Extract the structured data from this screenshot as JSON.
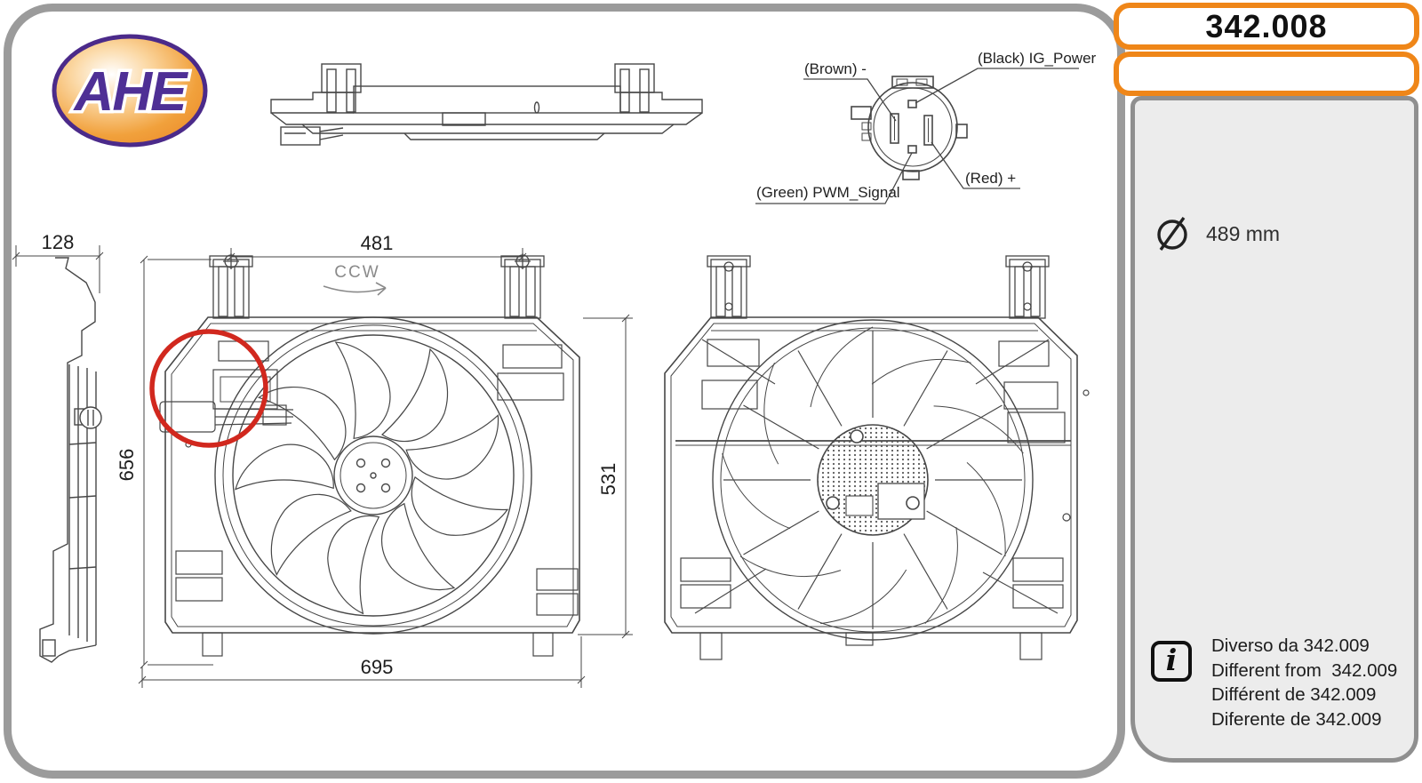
{
  "branding": {
    "logo_text": "AHE"
  },
  "part": {
    "number": "342.008",
    "subtitle": ""
  },
  "specs": {
    "diameter_symbol": "Ø",
    "fan_diameter": "489 mm"
  },
  "info_box": {
    "lines": [
      "Diverso da 342.009",
      "Different from  342.009",
      "Différent de 342.009",
      "Diferente de 342.009"
    ]
  },
  "connector": {
    "labels": {
      "brown": "(Brown) -",
      "black": "(Black) IG_Power",
      "green": "(Green) PWM_Signal",
      "red": "(Red) +"
    }
  },
  "dimensions": {
    "side_width": "128",
    "bracket_span": "481",
    "overall_height": "656",
    "shroud_height": "531",
    "overall_width": "695",
    "rotation": "CCW"
  }
}
